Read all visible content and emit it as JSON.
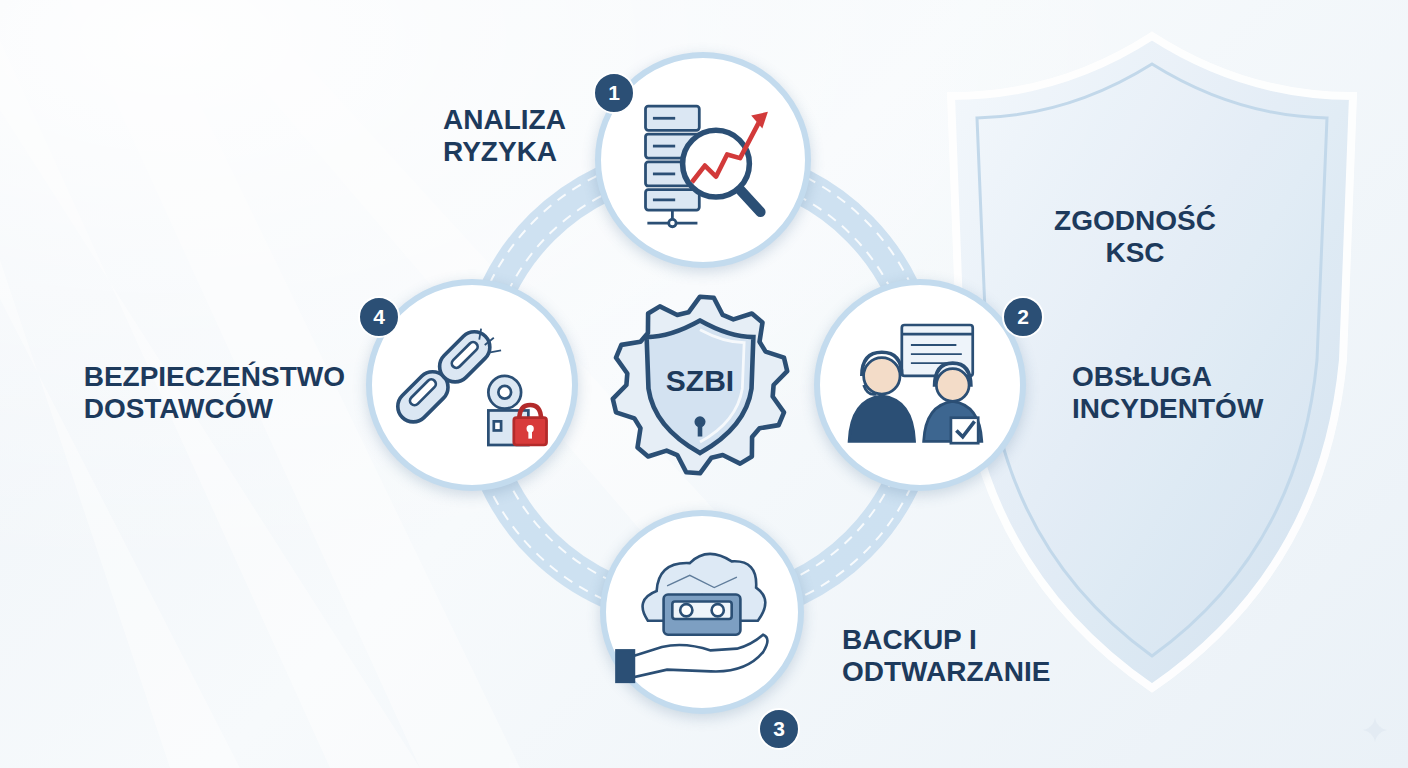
{
  "diagram": {
    "nodes": [
      {
        "text": [
          "ANALIZA RYZYKA"
        ]
      },
      {
        "text": [
          "OBSŁUGA INCYDENTÓW"
        ]
      },
      {
        "text": [
          "BACKUP I ODTWARZANIE"
        ]
      },
      {
        "text": [
          "BEZPIECZEŃSTWO DOSTAWCÓW"
        ]
      },
      {
        "text": [
          "SZBI"
        ]
      },
      {
        "text": [
          "ZGODNOŚĆ KSC"
        ]
      }
    ],
    "edges": [
      {
        "from": 0,
        "to": 1,
        "arrow": "none"
      },
      {
        "from": 1,
        "to": 2,
        "arrow": "none"
      },
      {
        "from": 2,
        "to": 3,
        "arrow": "none"
      },
      {
        "from": 3,
        "to": 0,
        "arrow": "none"
      }
    ],
    "labels": [
      "1",
      "2",
      "3",
      "4"
    ]
  }
}
